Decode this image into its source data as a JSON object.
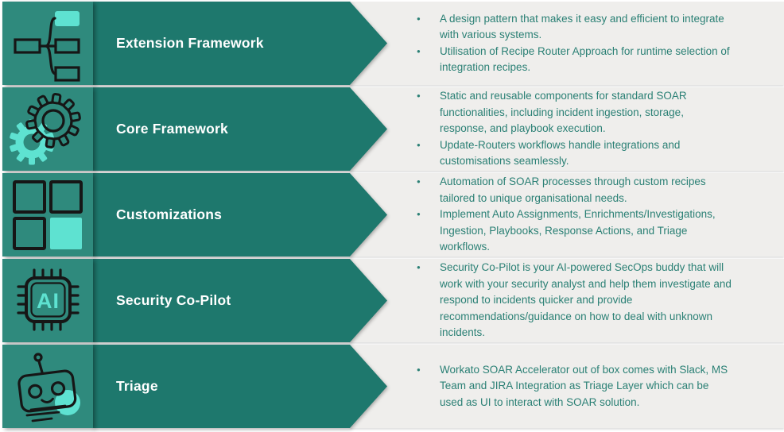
{
  "colors": {
    "banner_teal": "#1E786D",
    "tile_teal": "#2F8A7D",
    "accent_turquoise": "#5EE2D1",
    "panel_gray": "#EFEEEC",
    "bullet_text": "#2B8075",
    "label_text": "#FFFFFF"
  },
  "rows": [
    {
      "label": "Extension Framework",
      "icon": "mindmap-icon",
      "bullets": [
        "A design pattern that makes it easy and efficient to integrate with various systems.",
        "Utilisation of Recipe Router Approach for runtime selection of integration recipes."
      ]
    },
    {
      "label": "Core Framework",
      "icon": "gears-icon",
      "bullets": [
        "Static and reusable components for standard SOAR functionalities, including incident ingestion, storage, response, and playbook execution.",
        "Update-Routers workflows handle integrations and customisations seamlessly."
      ]
    },
    {
      "label": "Customizations",
      "icon": "grid-squares-icon",
      "bullets": [
        "Automation of SOAR processes through custom recipes tailored to unique organisational needs.",
        "Implement Auto Assignments, Enrichments/Investigations, Ingestion, Playbooks, Response Actions, and Triage workflows."
      ]
    },
    {
      "label": "Security Co-Pilot",
      "icon": "ai-chip-icon",
      "icon_text": "AI",
      "bullets": [
        "Security Co-Pilot is your AI-powered SecOps buddy that will work with your security analyst and help them investigate and respond to incidents quicker and provide recommendations/guidance on how to deal with unknown incidents."
      ]
    },
    {
      "label": "Triage",
      "icon": "robot-icon",
      "bullets": [
        "Workato SOAR Accelerator out of box comes with Slack, MS Team and JIRA Integration as Triage Layer which can be used as UI to interact with SOAR solution."
      ]
    }
  ]
}
